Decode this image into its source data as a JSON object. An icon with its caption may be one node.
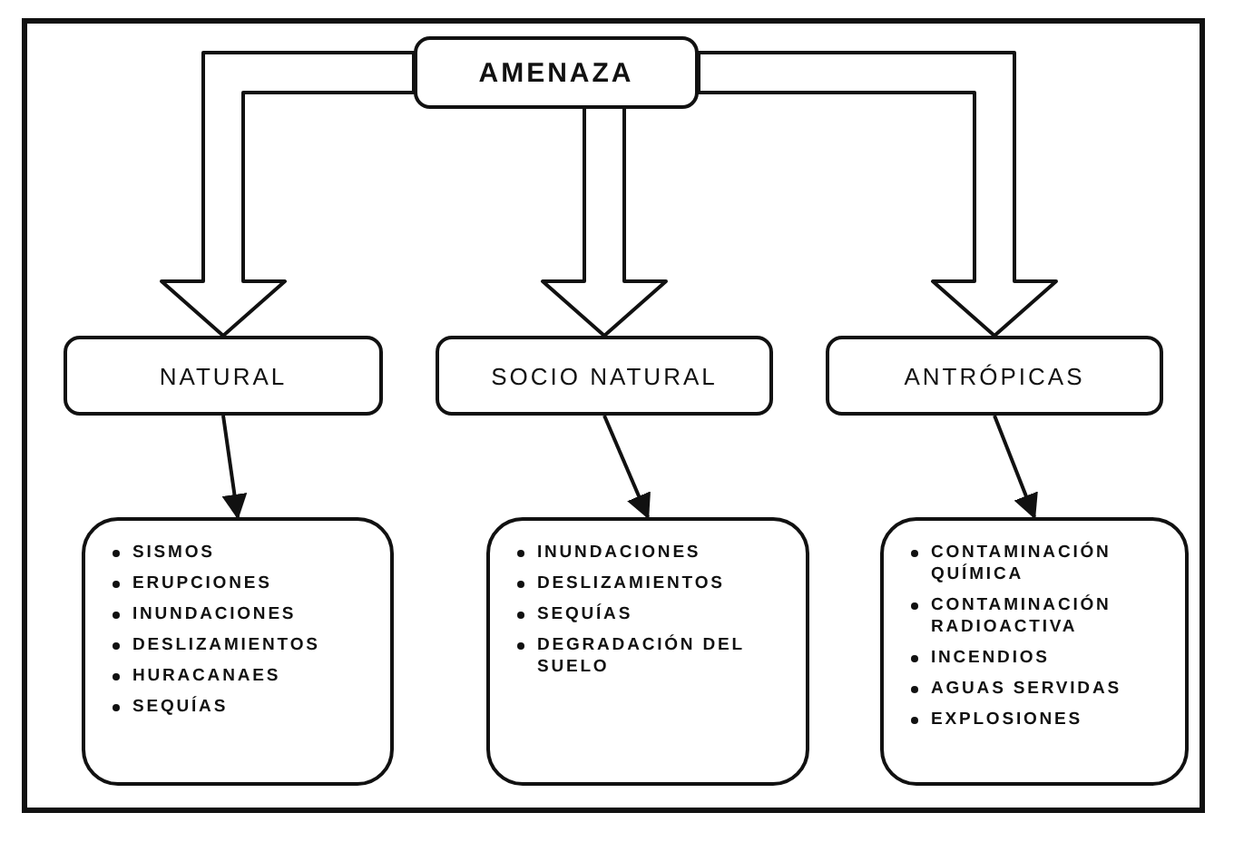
{
  "diagram": {
    "nodes": [
      {
        "text": [
          "AMENAZA"
        ]
      },
      {
        "text": [
          "NATURAL"
        ]
      },
      {
        "text": [
          "SOCIO NATURAL"
        ]
      },
      {
        "text": [
          "ANTRÓPICAS"
        ]
      },
      {
        "text": [
          "SISMOS",
          "ERUPCIONES",
          "INUNDACIONES",
          "DESLIZAMIENTOS",
          "HURACANAES",
          "SEQUÍAS"
        ]
      },
      {
        "text": [
          "INUNDACIONES",
          "DESLIZAMIENTOS",
          "SEQUÍAS",
          "DEGRADACIÓN DEL SUELO"
        ]
      },
      {
        "text": [
          "CONTAMINACIÓN QUÍMICA",
          "CONTAMINACIÓN RADIOACTIVA",
          "INCENDIOS",
          "AGUAS SERVIDAS",
          "EXPLOSIONES"
        ]
      }
    ],
    "edges": [
      {
        "from": 0,
        "to": 1,
        "arrow": "to",
        "style": "thick"
      },
      {
        "from": 0,
        "to": 2,
        "arrow": "to",
        "style": "thick"
      },
      {
        "from": 0,
        "to": 3,
        "arrow": "to",
        "style": "thick"
      },
      {
        "from": 1,
        "to": 4,
        "arrow": "to"
      },
      {
        "from": 2,
        "to": 5,
        "arrow": "to"
      },
      {
        "from": 3,
        "to": 6,
        "arrow": "to"
      }
    ]
  }
}
